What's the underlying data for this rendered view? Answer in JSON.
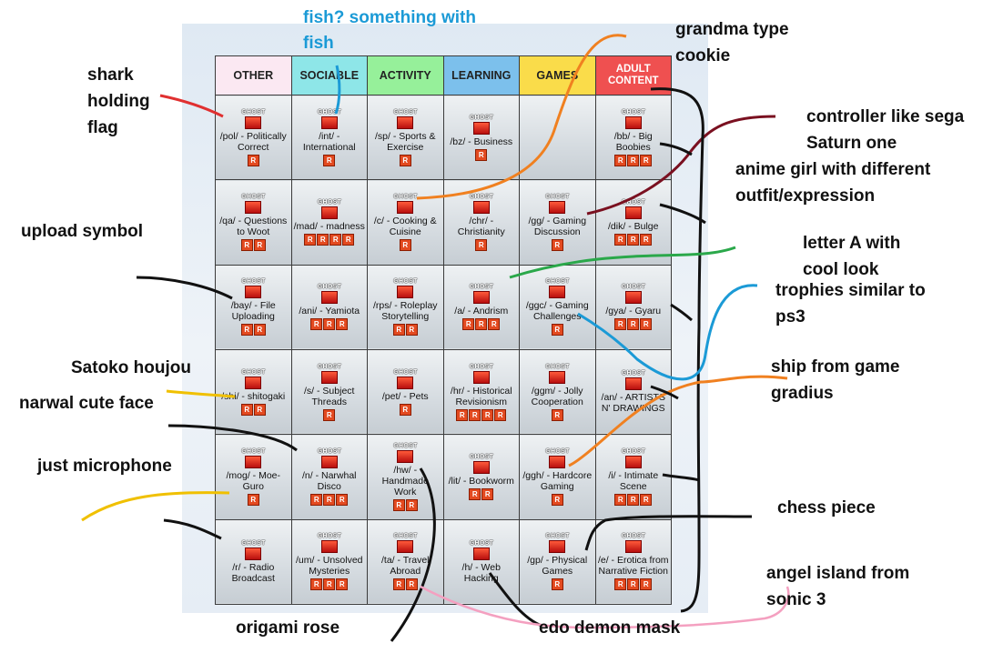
{
  "headers": [
    {
      "label": "OTHER",
      "color": "#fbe8f2"
    },
    {
      "label": "SOCIABLE",
      "color": "#8ee6e8"
    },
    {
      "label": "ACTIVITY",
      "color": "#96f09a"
    },
    {
      "label": "LEARNING",
      "color": "#7cc0ec"
    },
    {
      "label": "GAMES",
      "color": "#fadc4a"
    },
    {
      "label": "ADULT CONTENT",
      "color": "#ef5050"
    }
  ],
  "logo_text": "GHOST",
  "badge_text": "R",
  "rows": [
    [
      {
        "label": "/pol/ - Politically Correct",
        "badges": 1
      },
      {
        "label": "/int/ - International",
        "badges": 1
      },
      {
        "label": "/sp/ - Sports & Exercise",
        "badges": 1
      },
      {
        "label": "/bz/ - Business",
        "badges": 1
      },
      null,
      {
        "label": "/bb/ - Big Boobies",
        "badges": 3
      }
    ],
    [
      {
        "label": "/qa/ - Questions to Woot",
        "badges": 2
      },
      {
        "label": "/mad/ - madness",
        "badges": 4
      },
      {
        "label": "/c/ - Cooking & Cuisine",
        "badges": 1
      },
      {
        "label": "/chr/ - Christianity",
        "badges": 1
      },
      {
        "label": "/gg/ - Gaming Discussion",
        "badges": 1
      },
      {
        "label": "/dik/ - Bulge",
        "badges": 3
      }
    ],
    [
      {
        "label": "/bay/ - File Uploading",
        "badges": 2
      },
      {
        "label": "/ani/ - Yamiota",
        "badges": 3
      },
      {
        "label": "/rps/ - Roleplay Storytelling",
        "badges": 2
      },
      {
        "label": "/a/ - Andrism",
        "badges": 3
      },
      {
        "label": "/ggc/ - Gaming Challenges",
        "badges": 1
      },
      {
        "label": "/gya/ - Gyaru",
        "badges": 3
      }
    ],
    [
      {
        "label": "/shi/ - shitogaki",
        "badges": 2
      },
      {
        "label": "/s/ - Subject Threads",
        "badges": 1
      },
      {
        "label": "/pet/ - Pets",
        "badges": 1
      },
      {
        "label": "/hr/ - Historical Revisionism",
        "badges": 4
      },
      {
        "label": "/ggm/ - Jolly Cooperation",
        "badges": 1
      },
      {
        "label": "/an/ - ARTISTS N' DRAWINGS",
        "badges": 0
      }
    ],
    [
      {
        "label": "/mog/ - Moe-Guro",
        "badges": 1
      },
      {
        "label": "/n/ - Narwhal Disco",
        "badges": 3
      },
      {
        "label": "/hw/ - Handmade Work",
        "badges": 2
      },
      {
        "label": "/lit/ - Bookworm",
        "badges": 2
      },
      {
        "label": "/ggh/ - Hardcore Gaming",
        "badges": 1
      },
      {
        "label": "/i/ - Intimate Scene",
        "badges": 3
      }
    ],
    [
      {
        "label": "/r/ - Radio Broadcast",
        "badges": 0
      },
      {
        "label": "/um/ - Unsolved Mysteries",
        "badges": 3
      },
      {
        "label": "/ta/ - Travel Abroad",
        "badges": 2
      },
      {
        "label": "/h/ - Web Hacking",
        "badges": 0
      },
      {
        "label": "/gp/ - Physical Games",
        "badges": 1
      },
      {
        "label": "/e/ - Erotica from Narrative Fiction",
        "badges": 3
      }
    ]
  ],
  "annotations": {
    "shark": "shark\nholding\nflag",
    "fish": "fish? something with\nfish",
    "cookie": "grandma type\ncookie",
    "controller": "controller like sega\nSaturn one",
    "anime": "anime girl with different\noutfit/expression",
    "upload": "upload symbol",
    "letter_a": "letter A with\ncool look",
    "trophies": "trophies similar to\nps3",
    "satoko": "Satoko houjou",
    "narwal": "narwal cute face",
    "ship": "ship from game\ngradius",
    "microphone": "just microphone",
    "chess": "chess piece",
    "angel": "angel island from\nsonic 3",
    "rose": "origami rose",
    "mask": "edo demon mask"
  }
}
